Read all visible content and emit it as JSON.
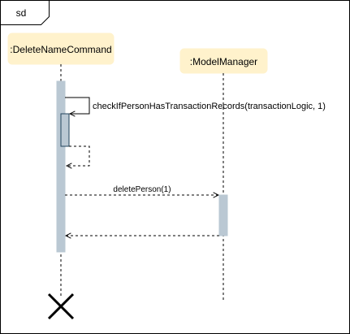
{
  "frame": {
    "label": "sd"
  },
  "colors": {
    "participant_fill": "#fff2cc",
    "participant_stroke": "#fff2cc",
    "activation_fill": "#bac8d3",
    "activation_stroke": "#bac8d3",
    "nested_activation_stroke": "#23445d",
    "line": "#000000"
  },
  "participants": [
    {
      "id": "delete-name-command",
      "label": ":DeleteNameCommand"
    },
    {
      "id": "model-manager",
      "label": ":ModelManager"
    }
  ],
  "messages": [
    {
      "id": "check-transaction-records",
      "label": "checkIfPersonHasTransactionRecords(transactionLogic, 1)",
      "kind": "self-call"
    },
    {
      "id": "self-return",
      "label": "",
      "kind": "return"
    },
    {
      "id": "delete-person",
      "label": "deletePerson(1)",
      "kind": "call"
    },
    {
      "id": "delete-person-return",
      "label": "",
      "kind": "return"
    }
  ],
  "destroy": {
    "icon": "destroy-x-icon"
  }
}
